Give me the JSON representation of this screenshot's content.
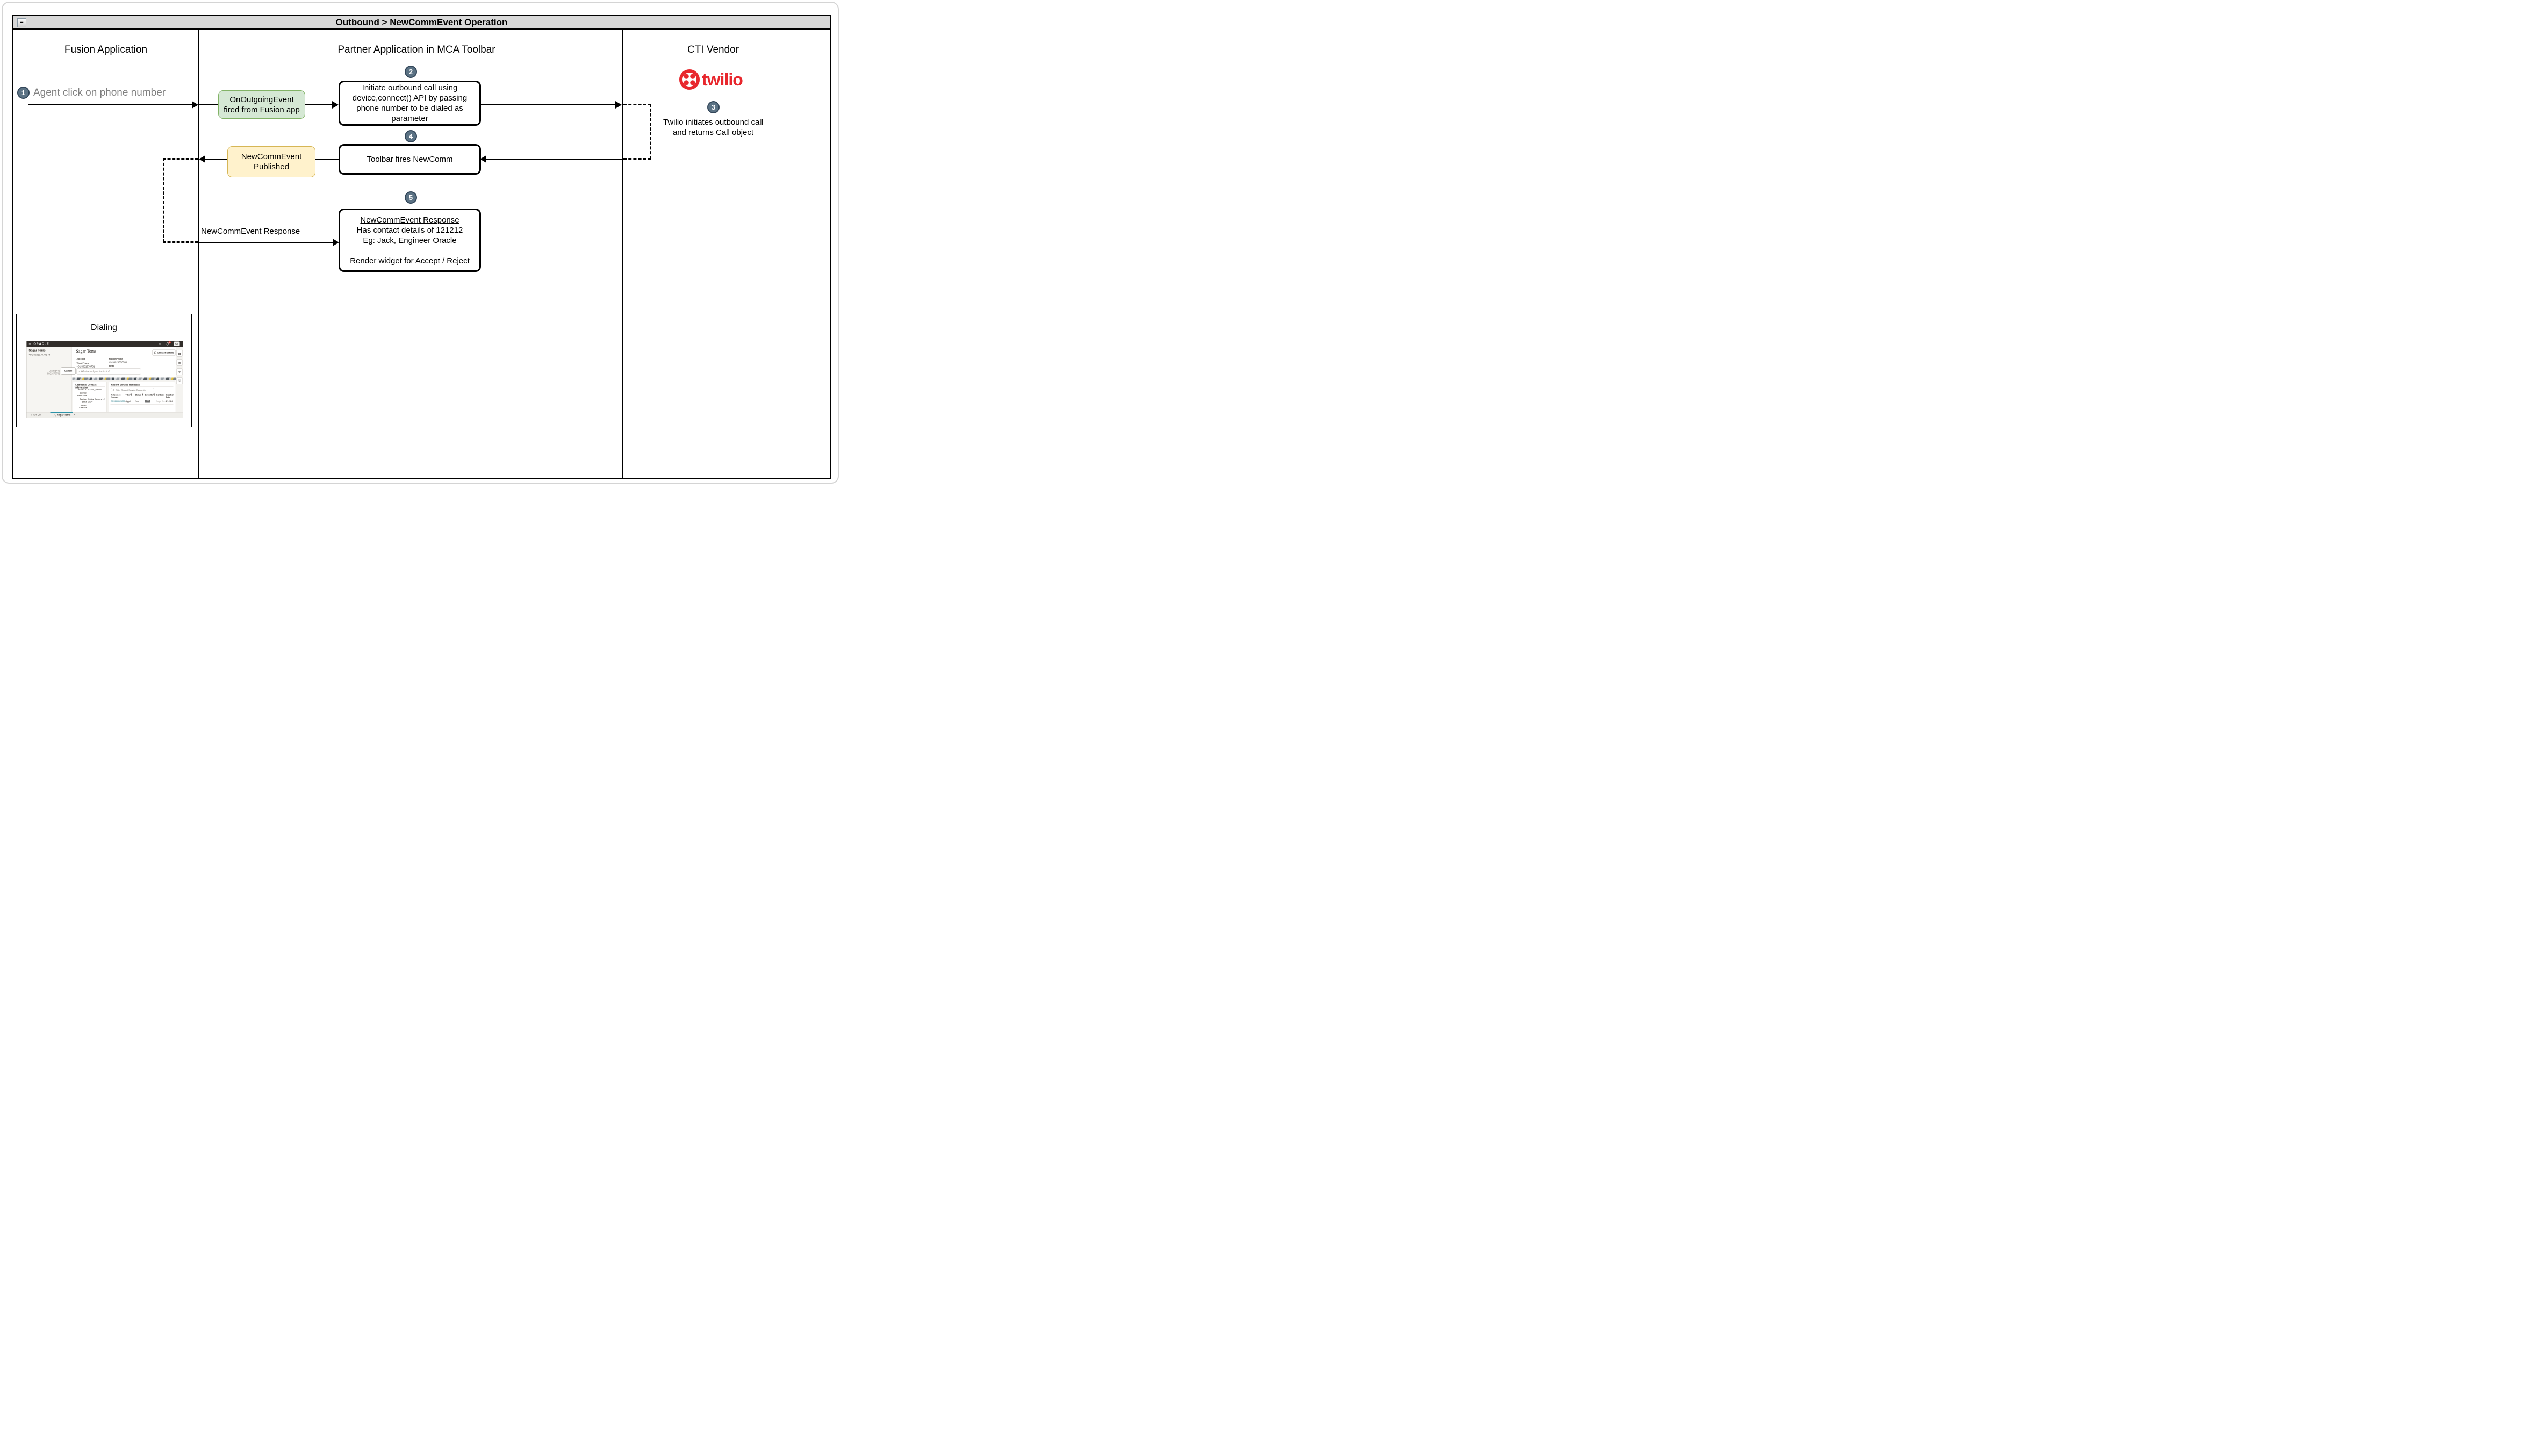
{
  "window": {
    "collapse_label": "−"
  },
  "header": {
    "title": "Outbound > NewCommEvent Operation"
  },
  "lanes": {
    "fusion": "Fusion Application",
    "partner": "Partner Application in MCA Toolbar",
    "cti": "CTI Vendor"
  },
  "flow": {
    "step1": {
      "num": "1",
      "label": "Agent click on phone number"
    },
    "on_outgoing_event": {
      "line1": "OnOutgoingEvent",
      "line2": "fired from Fusion app"
    },
    "step2": {
      "num": "2",
      "text": "Initiate outbound call using device,connect() API by passing phone number to be dialed as parameter"
    },
    "step3": {
      "num": "3",
      "brand": "twilio",
      "line1": "Twilio initiates outbound call",
      "line2": "and returns Call object"
    },
    "step4": {
      "num": "4",
      "text": "Toolbar fires NewComm"
    },
    "published": {
      "line1": "NewCommEvent",
      "line2": "Published"
    },
    "step5": {
      "num": "5",
      "title": "NewCommEvent Response",
      "line1": "Has contact details of 121212",
      "line2": "Eg: Jack, Engineer Oracle",
      "line3": "Render widget for Accept / Reject"
    },
    "response_arrow_label": "NewCommEvent Response"
  },
  "colors": {
    "step_circle_fill": "#5b7284",
    "step_circle_border": "#33475a",
    "green_fill": "#d5e8d4",
    "green_border": "#82b366",
    "yellow_fill": "#fff2cc",
    "yellow_border": "#d6b656",
    "twilio_red": "#e8272d",
    "teal_accent": "#2d93a8",
    "link_teal": "#2b7d8b"
  },
  "dialing": {
    "caption": "Dialing",
    "topbar": {
      "brand": "ORACLE",
      "badge": "1",
      "avatar": "CS"
    },
    "softphone": {
      "name": "Sagar Toms",
      "phone": "+91 8921670701",
      "status": "Dialing+91 8921670701",
      "cancel_label": "Cancel"
    },
    "contact": {
      "name": "Sagar Toms",
      "details_button": "Contact Details",
      "job_title_label": "Job Title",
      "mobile_label": "Mobile Phone",
      "mobile_value": "+91 8921670701",
      "work_label": "Work Phone",
      "work_value": "+91 8921670701",
      "email_label": "Email",
      "action_placeholder": "What would you like to do?"
    },
    "additional": {
      "title": "Additional Contact Information",
      "rows": [
        {
          "label": "Contact ID",
          "value": "CDRM_954691"
        },
        {
          "label": "Contact Time Zone",
          "value": ""
        },
        {
          "label": "Contact Since",
          "value": "Friday, January 12, 2024"
        },
        {
          "label": "Contact Address",
          "value": ""
        }
      ]
    },
    "requests": {
      "title": "Recent Service Requests",
      "filter_placeholder": "Filter Recent Service Requests",
      "columns": [
        "Reference Number",
        "Title",
        "Status",
        "Severity",
        "Contact",
        "Creation Date"
      ],
      "row": {
        "ref": "SR0000065235",
        "title": "dggdh",
        "status": "New",
        "severity": "Low",
        "contact": "Sagar Toms",
        "created": "1/12/24"
      }
    },
    "bottombar": {
      "tab1": "SR List",
      "tab2": "Sagar Toms",
      "close": "×"
    }
  }
}
